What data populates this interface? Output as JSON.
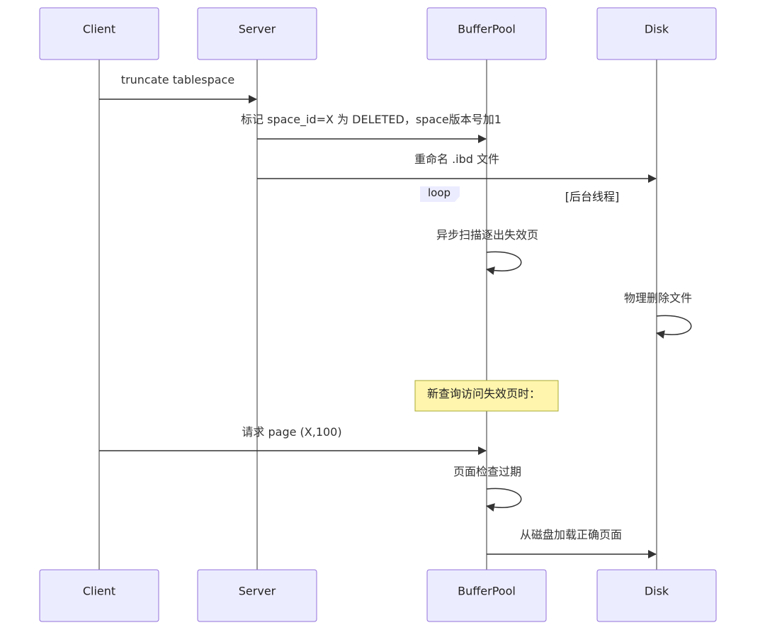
{
  "participants": [
    {
      "id": "client",
      "label": "Client"
    },
    {
      "id": "server",
      "label": "Server"
    },
    {
      "id": "bufferpool",
      "label": "BufferPool"
    },
    {
      "id": "disk",
      "label": "Disk"
    }
  ],
  "messages": [
    {
      "from": "client",
      "to": "server",
      "text": "truncate tablespace"
    },
    {
      "from": "server",
      "to": "bufferpool",
      "text": "标记 space_id=X 为 DELETED，space版本号加1"
    },
    {
      "from": "server",
      "to": "disk",
      "text": "重命名 .ibd 文件"
    },
    {
      "from": "bufferpool",
      "to": "bufferpool",
      "text": "异步扫描逐出失效页"
    },
    {
      "from": "disk",
      "to": "disk",
      "text": "物理删除文件"
    },
    {
      "from": "client",
      "to": "bufferpool",
      "text": "请求 page (X,100)"
    },
    {
      "from": "bufferpool",
      "to": "bufferpool",
      "text": "页面检查过期"
    },
    {
      "from": "bufferpool",
      "to": "disk",
      "text": "从磁盘加载正确页面"
    }
  ],
  "loop": {
    "label": "loop",
    "condition": "[后台线程]"
  },
  "note": {
    "text": "新查询访问失效页时："
  },
  "colors": {
    "actor_fill": "#ececff",
    "actor_stroke": "#9370db",
    "note_fill": "#fff5ad",
    "note_stroke": "#aaaa33"
  }
}
